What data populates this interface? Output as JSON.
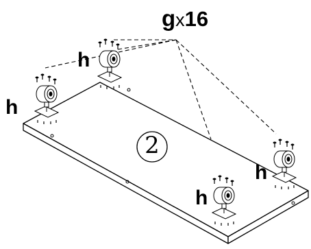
{
  "hardware_callout": {
    "letter": "g",
    "times": "x",
    "count": "16"
  },
  "leveler_labels": [
    "h",
    "h",
    "h",
    "h"
  ],
  "panel_number": "2",
  "colors": {
    "line": "#000000",
    "panel_fill": "#ffffff",
    "leveler_fill": "#ffffff"
  },
  "icons": [
    "screw-icon",
    "leveling-foot-icon"
  ]
}
